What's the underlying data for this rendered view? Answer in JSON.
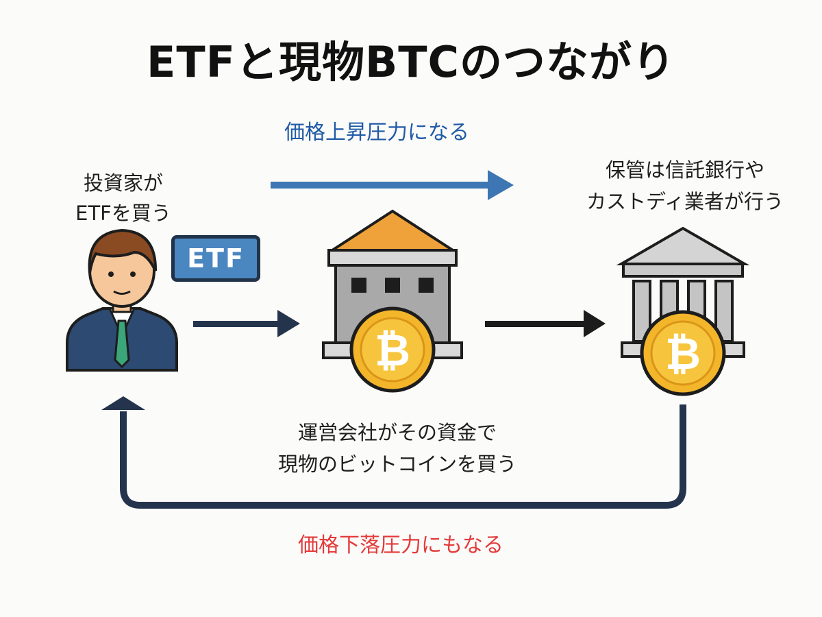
{
  "title": "ETFと現物BTCのつながり",
  "flow_labels": {
    "price_up": "価格上昇圧力になる",
    "price_down": "価格下落圧力にもなる"
  },
  "investor": {
    "caption_line1": "投資家が",
    "caption_line2": "ETFを買う",
    "badge": "ETF"
  },
  "custodian": {
    "caption_line1": "保管は信託銀行や",
    "caption_line2": "カストディ業者が行う"
  },
  "operator": {
    "caption_line1": "運営会社がその資金で",
    "caption_line2": "現物のビットコインを買う"
  },
  "coin_symbol": "₿",
  "colors": {
    "price_up": "#1f5aa6",
    "price_down": "#e43a3a",
    "navy_arrow": "#25344d",
    "roof_orange": "#f0a23a",
    "coin_gold": "#f3b52a",
    "etf_badge": "#4a86c0"
  },
  "icons": [
    "investor-icon",
    "asset-manager-building-icon",
    "custodian-bank-icon",
    "bitcoin-coin-icon"
  ]
}
